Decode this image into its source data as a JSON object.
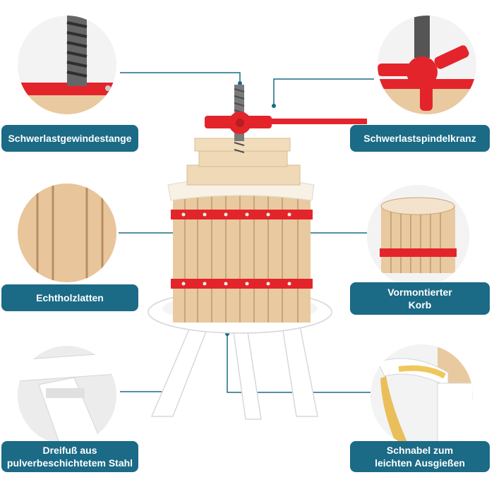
{
  "callouts": {
    "top_left": "Schwerlastgewindestange",
    "top_right": "Schwerlastspindelkranz",
    "mid_left": "Echtholzlatten",
    "mid_right_line1": "Vormontierter",
    "mid_right_line2": "Korb",
    "bottom_left_line1": "Dreifuß aus",
    "bottom_left_line2": "pulverbeschichtetem Stahl",
    "bottom_right_line1": "Schnabel zum",
    "bottom_right_line2": "leichten Ausgießen"
  },
  "colors": {
    "label_bg": "#1b6a86",
    "wood": "#e9c9a0",
    "band": "#e3242b",
    "steel_white": "#ffffff",
    "line": "#1b6a86"
  }
}
